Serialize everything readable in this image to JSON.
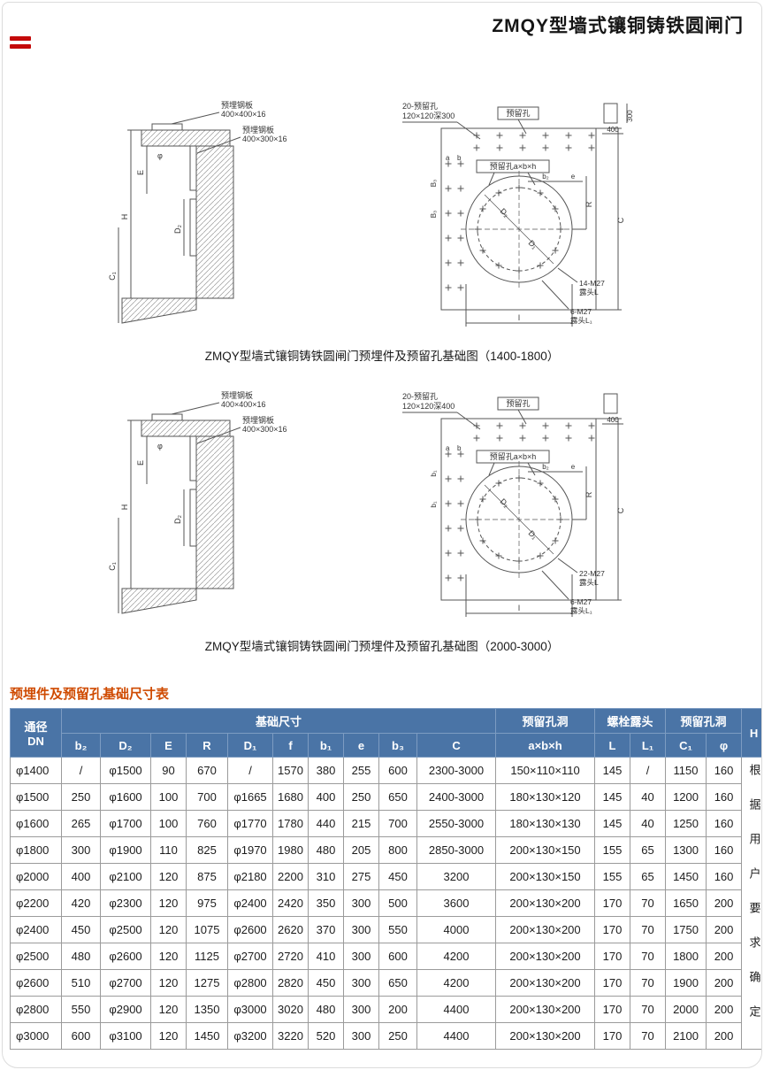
{
  "page": {
    "title": "ZMQY型墙式镶铜铸铁圆闸门",
    "colors": {
      "accent_red": "#c40a0a",
      "header_blue": "#4a74a6",
      "title_red": "#cf4a00"
    }
  },
  "figures": [
    {
      "caption": "ZMQY型墙式镶铜铸铁圆闸门预埋件及预留孔基础图（1400-1800）",
      "plate1_label": "预埋钢板",
      "plate1_size": "400×400×16",
      "plate2_label": "预埋钢板",
      "plate2_size": "400×300×16",
      "holes_label": "20-预留孔",
      "holes_size": "120×120深300",
      "reserved_label": "预留孔",
      "reserved_abh": "预留孔a×b×h",
      "bolt_main": "14-M27",
      "bolt_main_sub": "露头L",
      "bolt_top": "6-M27",
      "bolt_top_sub": "露头L₁",
      "dim_top_v": "300",
      "dim_top_h": "400",
      "dim_H": "H",
      "dim_E": "E",
      "dim_phi": "φ",
      "dim_D2": "D₂",
      "dim_D1": "D₁",
      "dim_C1": "C₁",
      "dim_C": "C",
      "dim_R": "R",
      "dim_b2": "b₂",
      "dim_e": "e",
      "dim_l": "l",
      "dim_side": "B₃",
      "dim_a": "a",
      "dim_b": "b"
    },
    {
      "caption": "ZMQY型墙式镶铜铸铁圆闸门预埋件及预留孔基础图（2000-3000）",
      "plate1_label": "预埋钢板",
      "plate1_size": "400×400×16",
      "plate2_label": "预埋钢板",
      "plate2_size": "400×300×16",
      "holes_label": "20-预留孔",
      "holes_size": "120×120深400",
      "reserved_label": "预留孔",
      "reserved_abh": "预留孔a×b×h",
      "bolt_main": "22-M27",
      "bolt_main_sub": "露头L",
      "bolt_top": "6-M27",
      "bolt_top_sub": "露头L₁",
      "dim_top_v": "",
      "dim_top_h": "400",
      "dim_H": "H",
      "dim_E": "E",
      "dim_phi": "φ",
      "dim_D2": "D₂",
      "dim_D1": "D₁",
      "dim_C1": "C₁",
      "dim_C": "C",
      "dim_R": "R",
      "dim_b2": "b₂",
      "dim_e": "e",
      "dim_l": "l",
      "dim_side": "b₁",
      "dim_a": "a",
      "dim_b": "b"
    }
  ],
  "table": {
    "title": "预埋件及预留孔基础尺寸表",
    "dn_line1": "通径",
    "dn_line2": "DN",
    "group_basic": "基础尺寸",
    "group_hole1": "预留孔洞",
    "group_bolt": "螺栓露头",
    "group_hole2": "预留孔洞",
    "col_h": "H",
    "subheaders": [
      "b₂",
      "D₂",
      "E",
      "R",
      "D₁",
      "f",
      "b₁",
      "e",
      "b₃",
      "C",
      "a×b×h",
      "L",
      "L₁",
      "C₁",
      "φ"
    ],
    "h_note": "根据用户要求确定",
    "rows": [
      [
        "φ1400",
        "/",
        "φ1500",
        "90",
        "670",
        "/",
        "1570",
        "380",
        "255",
        "600",
        "2300-3000",
        "150×110×110",
        "145",
        "/",
        "1150",
        "160"
      ],
      [
        "φ1500",
        "250",
        "φ1600",
        "100",
        "700",
        "φ1665",
        "1680",
        "400",
        "250",
        "650",
        "2400-3000",
        "180×130×120",
        "145",
        "40",
        "1200",
        "160"
      ],
      [
        "φ1600",
        "265",
        "φ1700",
        "100",
        "760",
        "φ1770",
        "1780",
        "440",
        "215",
        "700",
        "2550-3000",
        "180×130×130",
        "145",
        "40",
        "1250",
        "160"
      ],
      [
        "φ1800",
        "300",
        "φ1900",
        "110",
        "825",
        "φ1970",
        "1980",
        "480",
        "205",
        "800",
        "2850-3000",
        "200×130×150",
        "155",
        "65",
        "1300",
        "160"
      ],
      [
        "φ2000",
        "400",
        "φ2100",
        "120",
        "875",
        "φ2180",
        "2200",
        "310",
        "275",
        "450",
        "3200",
        "200×130×150",
        "155",
        "65",
        "1450",
        "160"
      ],
      [
        "φ2200",
        "420",
        "φ2300",
        "120",
        "975",
        "φ2400",
        "2420",
        "350",
        "300",
        "500",
        "3600",
        "200×130×200",
        "170",
        "70",
        "1650",
        "200"
      ],
      [
        "φ2400",
        "450",
        "φ2500",
        "120",
        "1075",
        "φ2600",
        "2620",
        "370",
        "300",
        "550",
        "4000",
        "200×130×200",
        "170",
        "70",
        "1750",
        "200"
      ],
      [
        "φ2500",
        "480",
        "φ2600",
        "120",
        "1125",
        "φ2700",
        "2720",
        "410",
        "300",
        "600",
        "4200",
        "200×130×200",
        "170",
        "70",
        "1800",
        "200"
      ],
      [
        "φ2600",
        "510",
        "φ2700",
        "120",
        "1275",
        "φ2800",
        "2820",
        "450",
        "300",
        "650",
        "4200",
        "200×130×200",
        "170",
        "70",
        "1900",
        "200"
      ],
      [
        "φ2800",
        "550",
        "φ2900",
        "120",
        "1350",
        "φ3000",
        "3020",
        "480",
        "300",
        "200",
        "4400",
        "200×130×200",
        "170",
        "70",
        "2000",
        "200"
      ],
      [
        "φ3000",
        "600",
        "φ3100",
        "120",
        "1450",
        "φ3200",
        "3220",
        "520",
        "300",
        "250",
        "4400",
        "200×130×200",
        "170",
        "70",
        "2100",
        "200"
      ]
    ]
  }
}
